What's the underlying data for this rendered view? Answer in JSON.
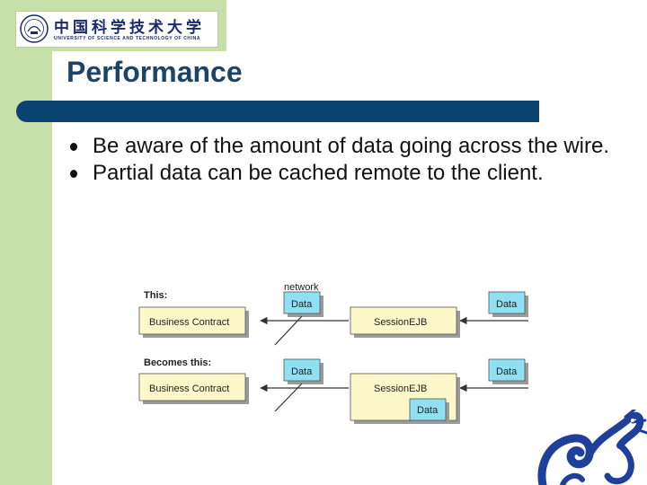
{
  "logo": {
    "chinese_name": "中国科学技术大学",
    "english_name": "UNIVERSITY OF SCIENCE AND TECHNOLOGY OF CHINA"
  },
  "slide": {
    "title": "Performance",
    "bullets": [
      "Be aware of the amount of data going across the wire.",
      "Partial data can be cached remote to the client."
    ]
  },
  "diagram": {
    "this_label": "This:",
    "becomes_label": "Becomes this:",
    "network_label": "network",
    "business_contract": "Business Contract",
    "session_ejb": "SessionEJB",
    "data": "Data"
  },
  "colors": {
    "side_band": "#c7dfa9",
    "title": "#1d4466",
    "title_bar": "#0a4370",
    "box_yellow": "#fdf8c9",
    "box_cyan": "#8fe0f2",
    "dragon": "#1e3f9a"
  }
}
